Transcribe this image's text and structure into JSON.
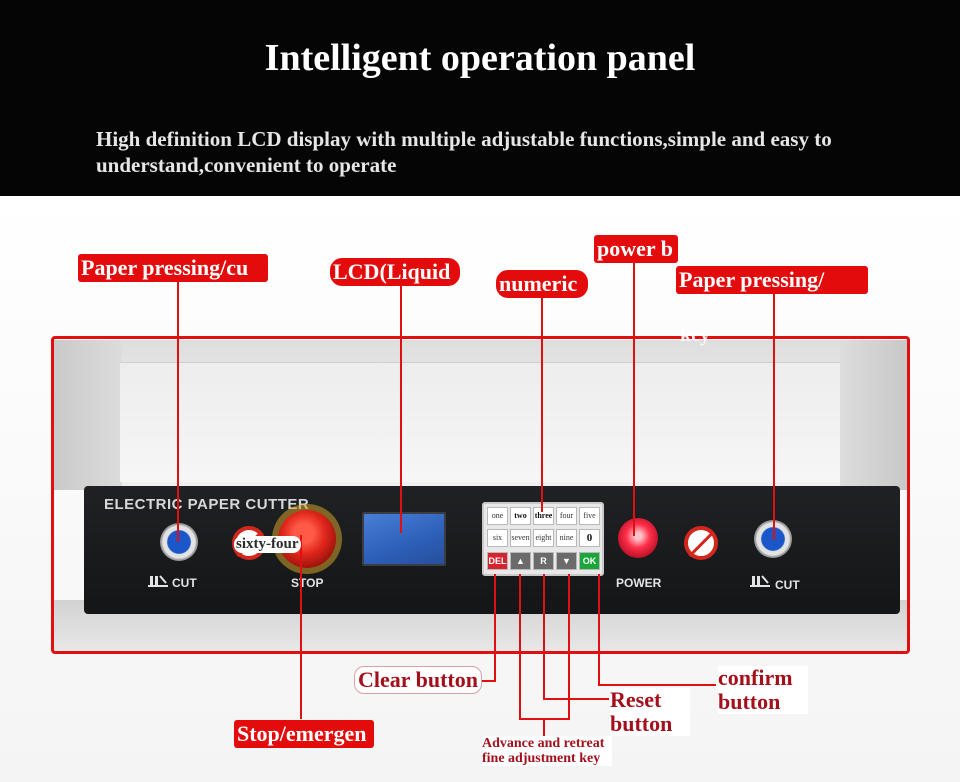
{
  "header": {
    "title": "Intelligent operation panel",
    "subtitle": "High definition LCD display with multiple adjustable functions,simple and easy to understand,convenient to operate"
  },
  "panel": {
    "brand": "ELECTRIC PAPER CUTTER",
    "cut_label_left": "CUT",
    "stop_label": "STOP",
    "power_label": "POWER",
    "cut_label_right": "CUT",
    "overlay_tag": "sixty-four"
  },
  "keypad": {
    "row1": [
      "one",
      "two",
      "three",
      "four",
      "five"
    ],
    "row2": [
      "six",
      "seven",
      "eight",
      "nine",
      "0"
    ],
    "row3": [
      "DEL",
      "▲",
      "R",
      "▼",
      "OK"
    ]
  },
  "callouts": {
    "paper_pressing_left": "Paper pressing/cu",
    "lcd": "LCD(Liquid",
    "numeric": "numeric",
    "power": "power b",
    "paper_pressing_right": "Paper pressing/",
    "right_key_fragment": "key",
    "clear_button": "Clear button",
    "stop_emergency": "Stop/emergen",
    "advance_retreat": "Advance and retreat fine adjustment key",
    "reset_button": "Reset button",
    "confirm_button": "confirm button"
  },
  "colors": {
    "accent_red": "#e30b0b",
    "dark_red_text": "#a3101b",
    "header_bg": "#050505"
  }
}
